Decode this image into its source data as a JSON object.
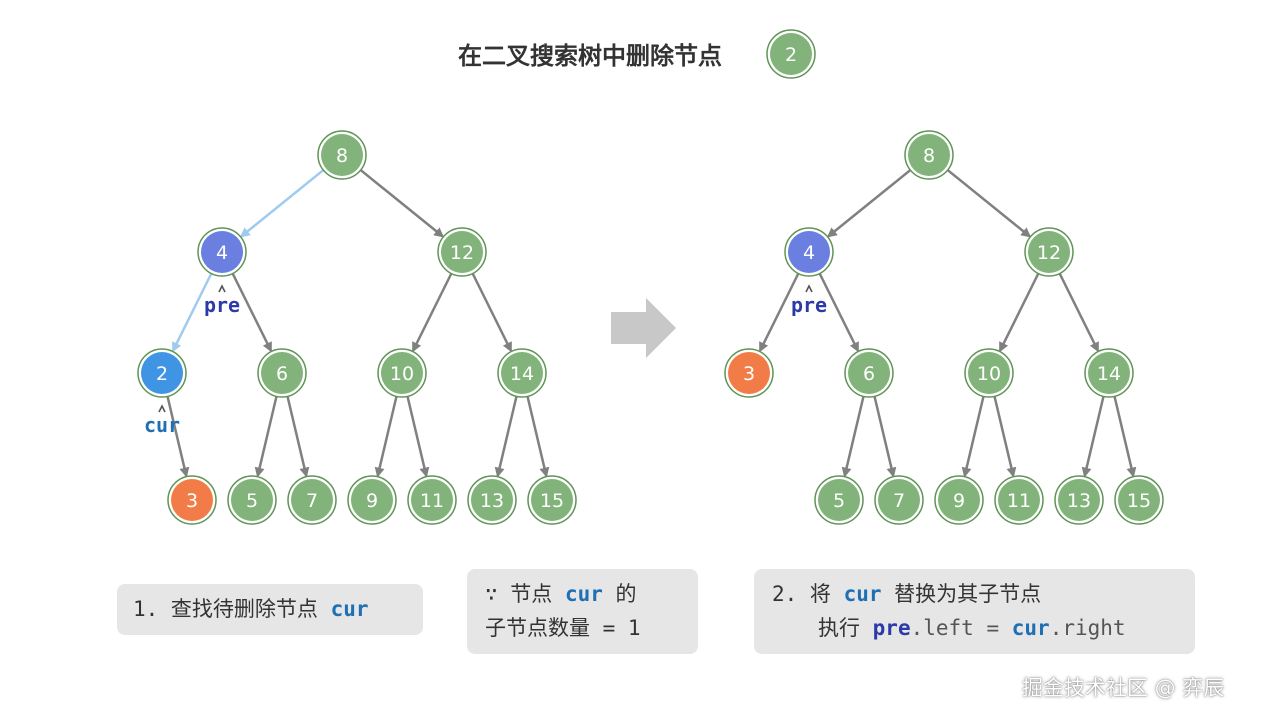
{
  "title": "在二叉搜索树中删除节点",
  "title_node": "2",
  "colors": {
    "green": "#82b37a",
    "green_stroke": "#5f9456",
    "blue": "#3f95e3",
    "purple": "#6a7fe0",
    "orange": "#f27c47",
    "edge": "#808080",
    "edge_highlight": "#9fcbef",
    "arrow": "#c8c8c8",
    "box_bg": "#e6e6e6"
  },
  "left_tree": {
    "nodes": [
      "8",
      "4",
      "12",
      "2",
      "6",
      "10",
      "14",
      "3",
      "5",
      "7",
      "9",
      "11",
      "13",
      "15"
    ],
    "pointer_pre": "pre",
    "pointer_cur": "cur"
  },
  "right_tree": {
    "nodes": [
      "8",
      "4",
      "12",
      "3",
      "6",
      "10",
      "14",
      "5",
      "7",
      "9",
      "11",
      "13",
      "15"
    ],
    "pointer_pre": "pre"
  },
  "steps": {
    "step1": {
      "text": "1. 查找待删除节点 ",
      "keyword": "cur"
    },
    "condition": {
      "prefix": "∵ 节点 ",
      "keyword": "cur",
      "suffix": " 的",
      "line2": "子节点数量 = 1"
    },
    "step2": {
      "line1_prefix": "2. 将 ",
      "line1_keyword": "cur",
      "line1_suffix": " 替换为其子节点",
      "line2_prefix": "执行 ",
      "line2_pre": "pre",
      "line2_mid": ".left = ",
      "line2_cur": "cur",
      "line2_suffix": ".right"
    }
  },
  "watermark": "掘金技术社区 @ 弈辰"
}
